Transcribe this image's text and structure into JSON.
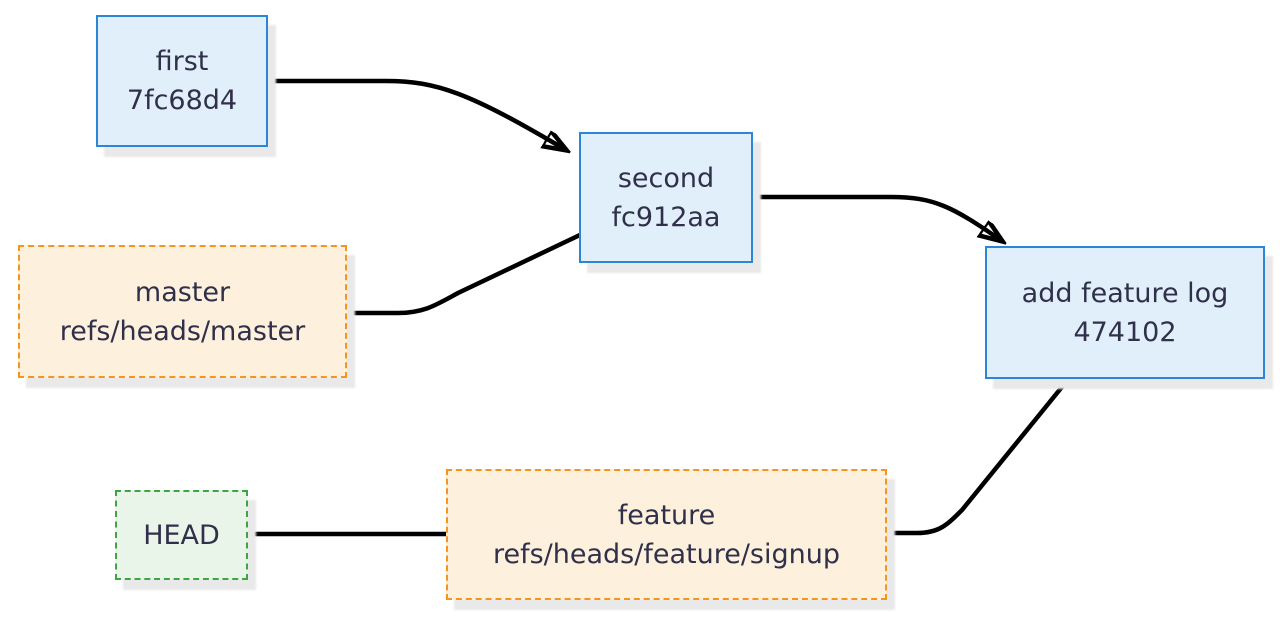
{
  "nodes": {
    "first": {
      "label": "first",
      "sublabel": "7fc68d4"
    },
    "second": {
      "label": "second",
      "sublabel": "fc912aa"
    },
    "add_feature": {
      "label": "add feature log",
      "sublabel": "474102"
    },
    "master": {
      "label": "master",
      "sublabel": "refs/heads/master"
    },
    "head": {
      "label": "HEAD"
    },
    "feature": {
      "label": "feature",
      "sublabel": "refs/heads/feature/signup"
    }
  },
  "edges": [
    {
      "from": "first",
      "to": "second",
      "arrowhead": true
    },
    {
      "from": "master",
      "to": "second",
      "arrowhead": false
    },
    {
      "from": "second",
      "to": "add_feature",
      "arrowhead": true
    },
    {
      "from": "feature",
      "to": "add_feature",
      "arrowhead": false
    },
    {
      "from": "head",
      "to": "feature",
      "arrowhead": false
    }
  ],
  "colors": {
    "commit_fill": "#e1effb",
    "commit_border": "#2d85d8",
    "ref_fill": "#fdf1dd",
    "ref_border": "#f6951e",
    "head_fill": "#eaf5ea",
    "head_border": "#3da542",
    "text": "#30304a",
    "edge": "#000000",
    "shadow": "#e9e9e9"
  }
}
